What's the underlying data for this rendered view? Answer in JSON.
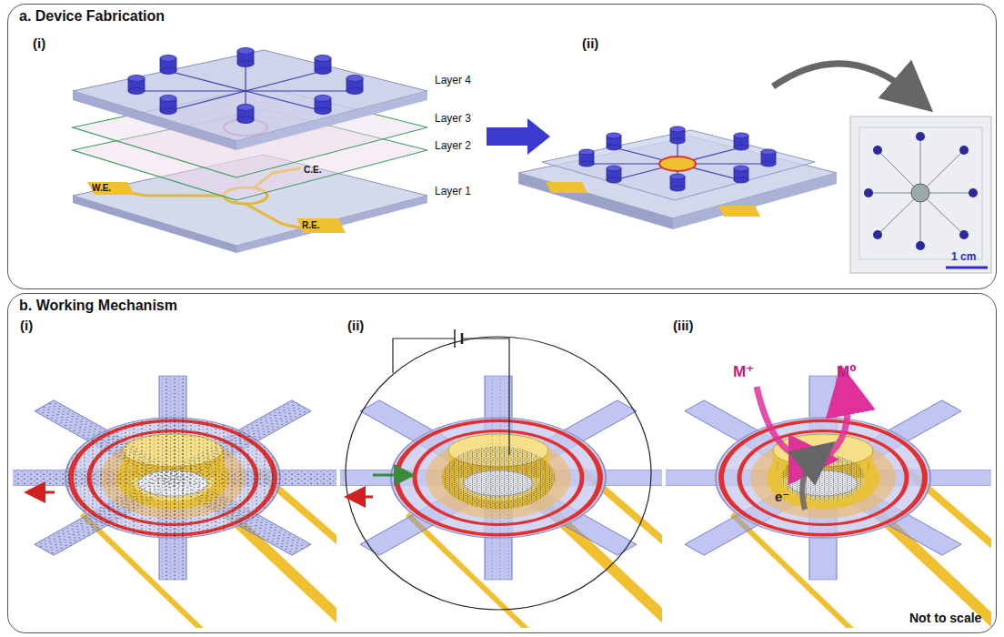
{
  "diagram": {
    "nodes": [
      {
        "text": [
          "a. Device Fabrication"
        ]
      },
      {
        "text": [
          "b. Working Mechanism"
        ]
      }
    ],
    "labels": [
      "(i)",
      "Layer 4",
      "Layer 3",
      "Layer 2",
      "Layer 1",
      "W.E.",
      "C.E.",
      "R.E.",
      "(ii)",
      "1 cm",
      "(i)",
      "(ii)",
      "(iii)",
      "M⁺",
      "M⁰",
      "e⁻",
      "Not to scale"
    ]
  }
}
